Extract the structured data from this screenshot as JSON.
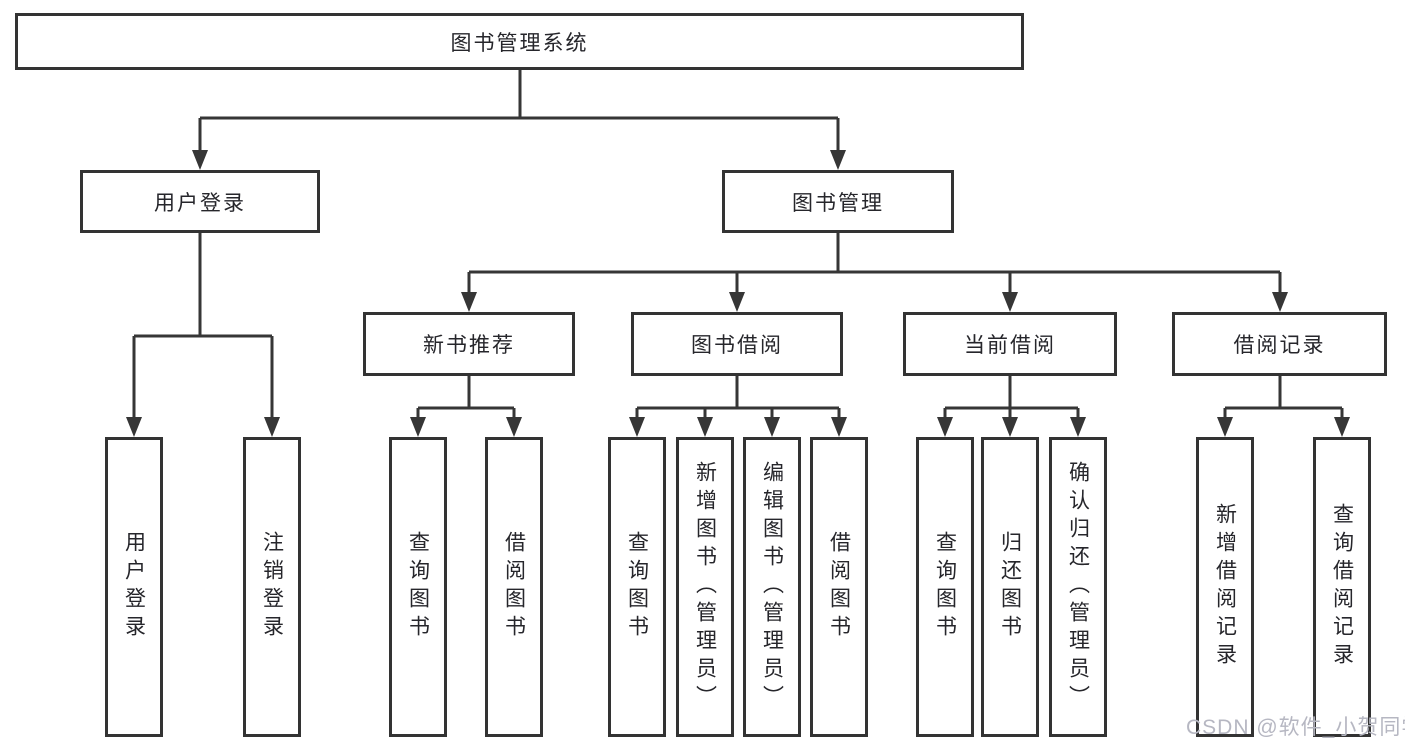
{
  "diagram": {
    "type": "hierarchy-tree",
    "tree": {
      "label": "图书管理系统",
      "children": [
        {
          "label": "用户登录",
          "children": [
            {
              "label": "用户登录"
            },
            {
              "label": "注销登录"
            }
          ]
        },
        {
          "label": "图书管理",
          "children": [
            {
              "label": "新书推荐",
              "children": [
                {
                  "label": "查询图书"
                },
                {
                  "label": "借阅图书"
                }
              ]
            },
            {
              "label": "图书借阅",
              "children": [
                {
                  "label": "查询图书"
                },
                {
                  "label": "新增图书（管理员）"
                },
                {
                  "label": "编辑图书（管理员）"
                },
                {
                  "label": "借阅图书"
                }
              ]
            },
            {
              "label": "当前借阅",
              "children": [
                {
                  "label": "查询图书"
                },
                {
                  "label": "归还图书"
                },
                {
                  "label": "确认归还（管理员）"
                }
              ]
            },
            {
              "label": "借阅记录",
              "children": [
                {
                  "label": "新增借阅记录"
                },
                {
                  "label": "查询借阅记录"
                }
              ]
            }
          ]
        }
      ]
    }
  },
  "watermark": {
    "text": "CSDN @软件_小贺同学",
    "color": "#b6b7c2"
  },
  "colors": {
    "line": "#363636",
    "box_border": "#333333",
    "text": "#26262b",
    "background": "#ffffff"
  }
}
